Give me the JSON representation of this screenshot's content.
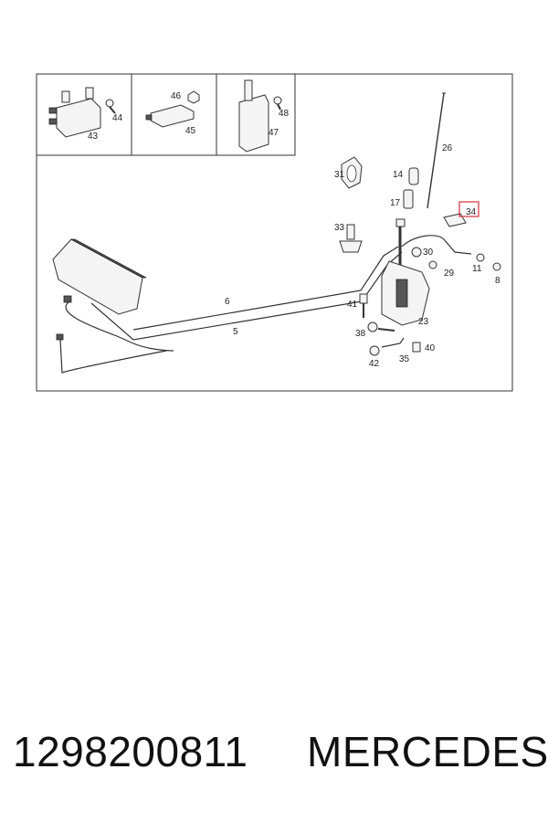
{
  "diagram": {
    "inset_labels": [
      "43",
      "44",
      "45",
      "46",
      "47",
      "48"
    ],
    "part_labels": [
      "26",
      "31",
      "14",
      "17",
      "34",
      "33",
      "30",
      "29",
      "11",
      "8",
      "6",
      "5",
      "41",
      "23",
      "38",
      "40",
      "35",
      "42"
    ],
    "highlighted_label": "34",
    "highlight_color": "#d9303a"
  },
  "footer": {
    "part_number": "1298200811",
    "brand": "MERCEDES"
  }
}
